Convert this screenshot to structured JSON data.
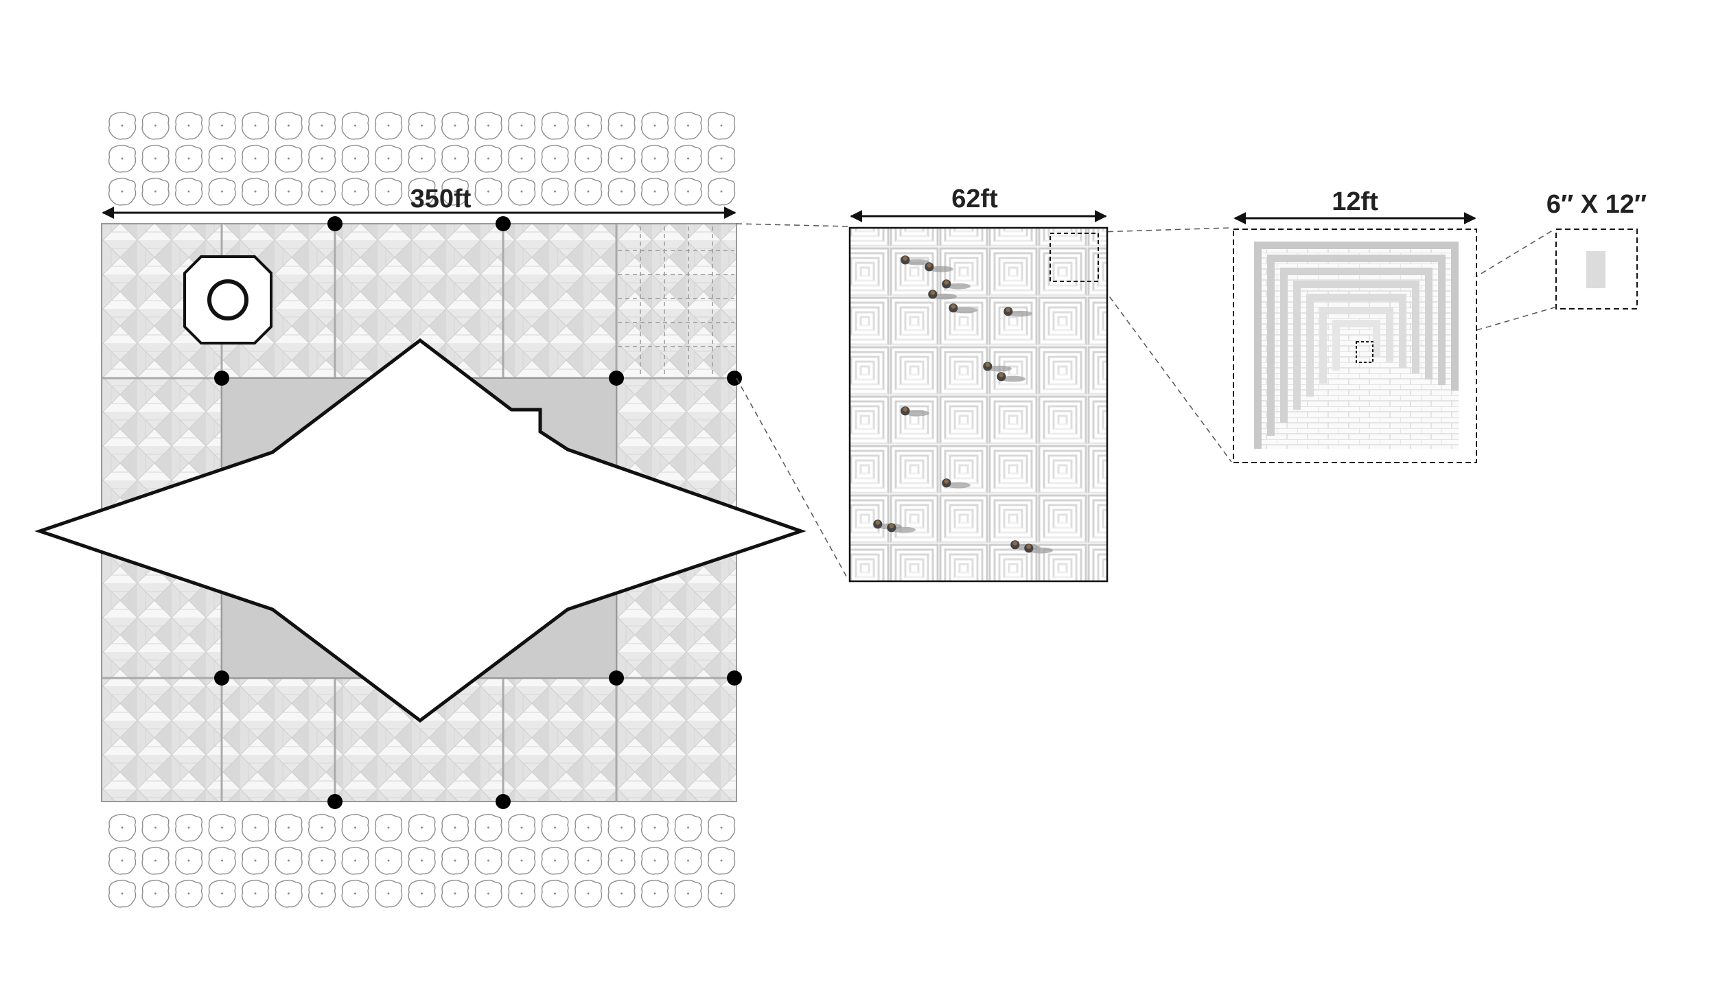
{
  "dimensions": {
    "site": "350ft",
    "plaza_block": "62ft",
    "paving_module": "12ft",
    "paver_unit": "6′′ X 12′′"
  },
  "colors": {
    "line": "#111111",
    "dot": "#000000",
    "gray_fill": "#cccccc",
    "tile_light": "#efefef",
    "tile_mid": "#d6d6d6",
    "paver_stripe": "#d9d9d9",
    "tree_stroke": "#888888",
    "dashed": "#555555"
  },
  "icons": {
    "tree": "tree-canopy-icon",
    "column": "octagon-column-icon",
    "person": "person-topview-icon"
  }
}
